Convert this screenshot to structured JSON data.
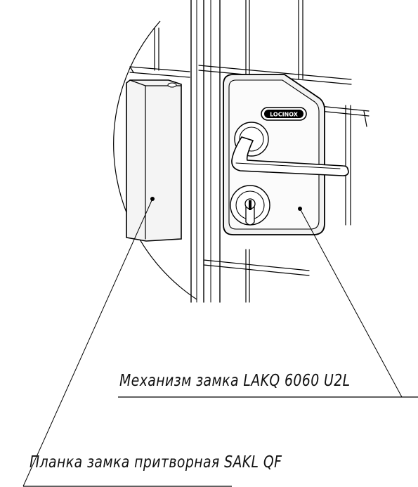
{
  "callouts": {
    "lock_mechanism": "Механизм замка LAKQ 6060 U2L",
    "strike_plate": "Планка замка притворная SAKL QF"
  },
  "brand_logo": "LOCINOX",
  "colors": {
    "line": "#000000",
    "fill": "#ffffff",
    "body": "#f2f2f2"
  }
}
